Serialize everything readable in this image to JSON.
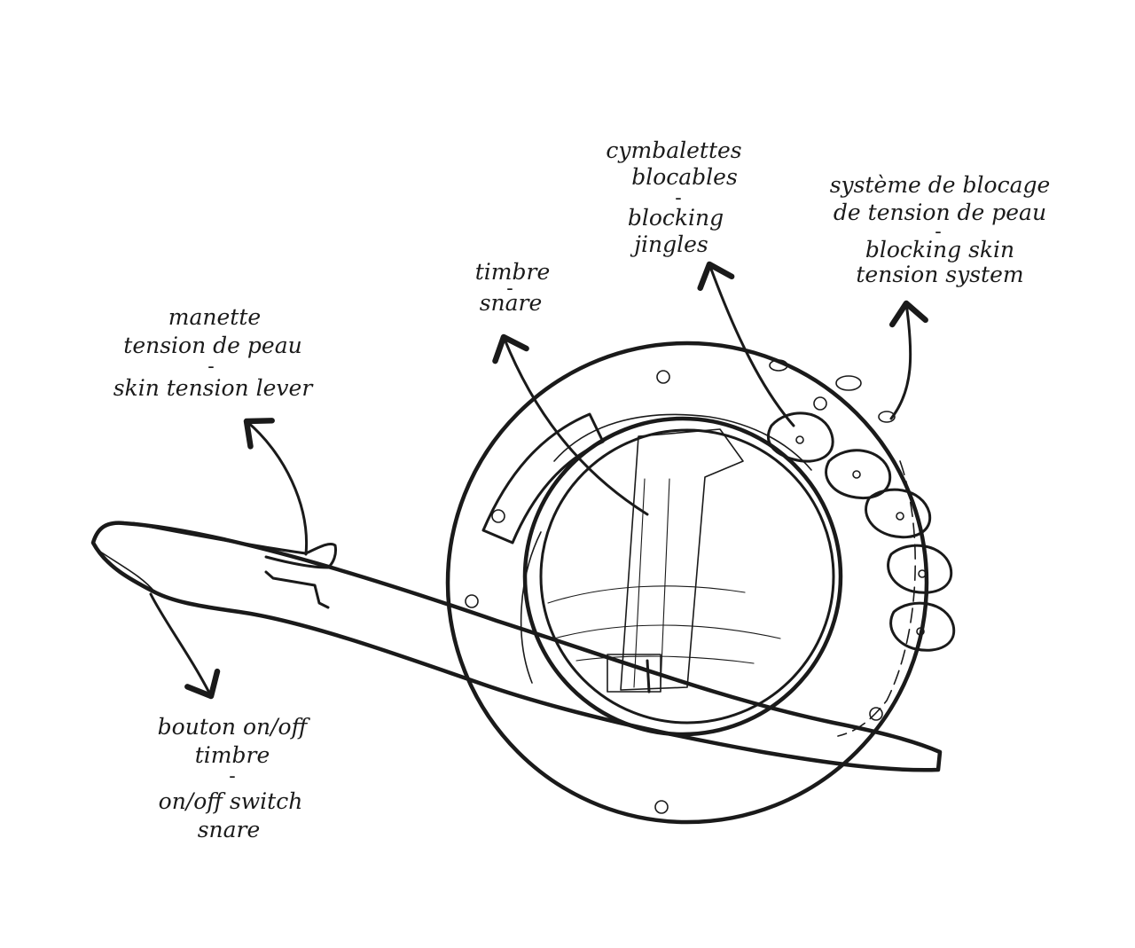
{
  "labels": {
    "jingles": {
      "line1": "cymbalettes",
      "line2": "blocables",
      "sep": "-",
      "line3": "blocking",
      "line4": "jingles"
    },
    "blocking": {
      "line1": "système de blocage",
      "line2": "de tension de peau",
      "sep": "-",
      "line3": "blocking skin",
      "line4": "tension system"
    },
    "snare": {
      "line1": "timbre",
      "sep": "-",
      "line2": "snare"
    },
    "lever": {
      "line1": "manette",
      "line2": "tension de peau",
      "sep": "-",
      "line3": "skin tension lever"
    },
    "switch": {
      "line1": "bouton on/off",
      "line2": "timbre",
      "sep": "-",
      "line3": "on/off switch",
      "line4": "snare"
    }
  }
}
